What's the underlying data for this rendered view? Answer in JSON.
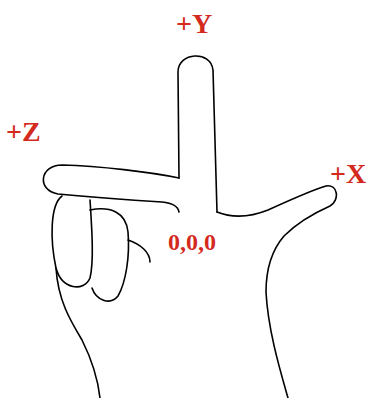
{
  "diagram": {
    "labels": [
      "+Y",
      "+Z",
      "+X",
      "0,0,0"
    ]
  }
}
